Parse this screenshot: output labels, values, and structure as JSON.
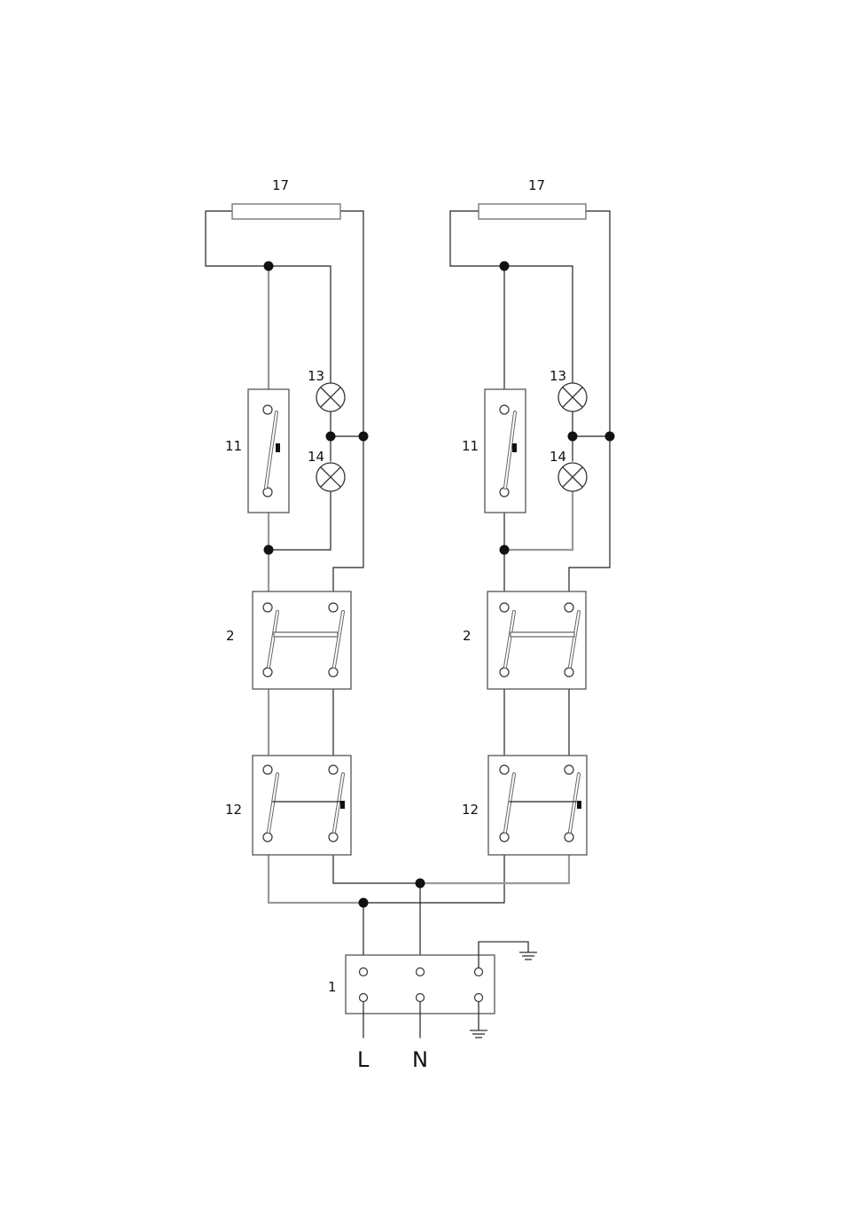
{
  "labels": {
    "heater": "17",
    "lamp_top": "13",
    "lamp_bottom": "14",
    "thermostat": "11",
    "double_switch": "2",
    "selector_switch": "12",
    "terminal_block": "1",
    "line": "L",
    "neutral": "N"
  },
  "icons": {
    "lamp": "lamp-x-icon",
    "ground": "ground-icon",
    "switch": "switch-lever-icon"
  },
  "colors": {
    "wire_dark": "#222222",
    "wire_grey": "#9a9a9a",
    "node": "#111111"
  }
}
